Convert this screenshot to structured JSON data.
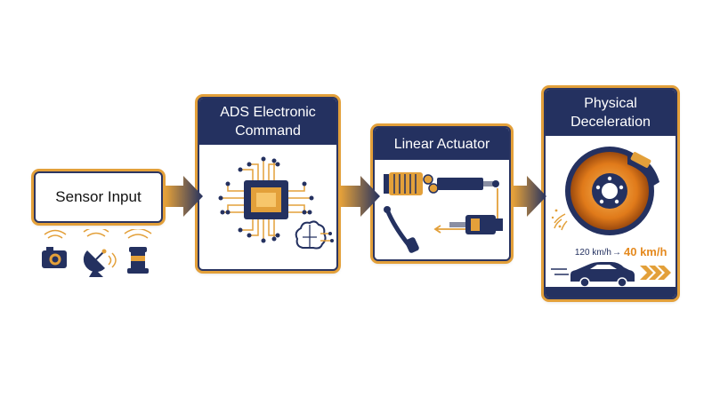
{
  "sensor": {
    "label": "Sensor Input"
  },
  "ads": {
    "title_line1": "ADS Electronic",
    "title_line2": "Command"
  },
  "actuator": {
    "title": "Linear Actuator"
  },
  "decel": {
    "title_line1": "Physical",
    "title_line2": "Deceleration",
    "speed_from": "120 km/h",
    "speed_arrow": "→",
    "speed_to": "40 km/h"
  },
  "colors": {
    "navy": "#243160",
    "gold": "#e3a03a",
    "orange": "#e58a1f"
  },
  "icons": [
    "camera-icon",
    "radar-dish-icon",
    "lidar-icon",
    "chip-icon",
    "brain-icon",
    "actuator-motor-icon",
    "brake-pedal-icon",
    "hydraulic-cylinder-icon",
    "brake-disc-icon",
    "car-icon"
  ]
}
